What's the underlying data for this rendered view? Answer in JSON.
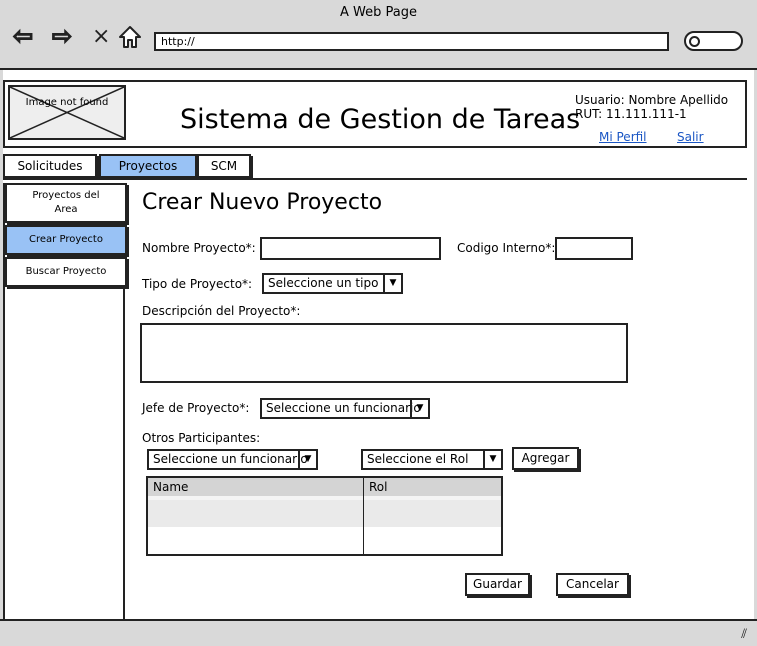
{
  "browser": {
    "title": "A Web Page",
    "url": "http://"
  },
  "header": {
    "logo_text": "Image not found",
    "app_title": "Sistema de Gestion de Tareas",
    "user_line": "Usuario: Nombre Apellido",
    "rut_line": "RUT: 11.111.111-1",
    "profile_link": "Mi Perfil",
    "logout_link": "Salir"
  },
  "tabs": [
    {
      "label": "Solicitudes",
      "active": false
    },
    {
      "label": "Proyectos",
      "active": true
    },
    {
      "label": "SCM",
      "active": false
    }
  ],
  "sidebar": {
    "items": [
      {
        "label": "Proyectos del Area",
        "active": false
      },
      {
        "label": "Crear Proyecto",
        "active": true
      },
      {
        "label": "Buscar Proyecto",
        "active": false
      }
    ]
  },
  "form": {
    "page_title": "Crear Nuevo Proyecto",
    "nombre_label": "Nombre Proyecto*:",
    "nombre_value": "",
    "codigo_label": "Codigo Interno*:",
    "codigo_value": "",
    "tipo_label": "Tipo de Proyecto*:",
    "tipo_selected": "Seleccione un tipo",
    "descripcion_label": "Descripción del Proyecto*:",
    "descripcion_value": "",
    "jefe_label": "Jefe de Proyecto*:",
    "jefe_selected": "Seleccione un funcionario",
    "otros_label": "Otros Participantes:",
    "participante_selected": "Seleccione un funcionario",
    "rol_selected": "Seleccione el Rol",
    "agregar_label": "Agregar",
    "guardar_label": "Guardar",
    "cancelar_label": "Cancelar"
  },
  "participants_table": {
    "columns": [
      "Name",
      "Rol"
    ],
    "rows": []
  },
  "colors": {
    "active_fill": "#99c2f5",
    "chrome": "#d9d9d9",
    "link": "#1a56c4"
  }
}
